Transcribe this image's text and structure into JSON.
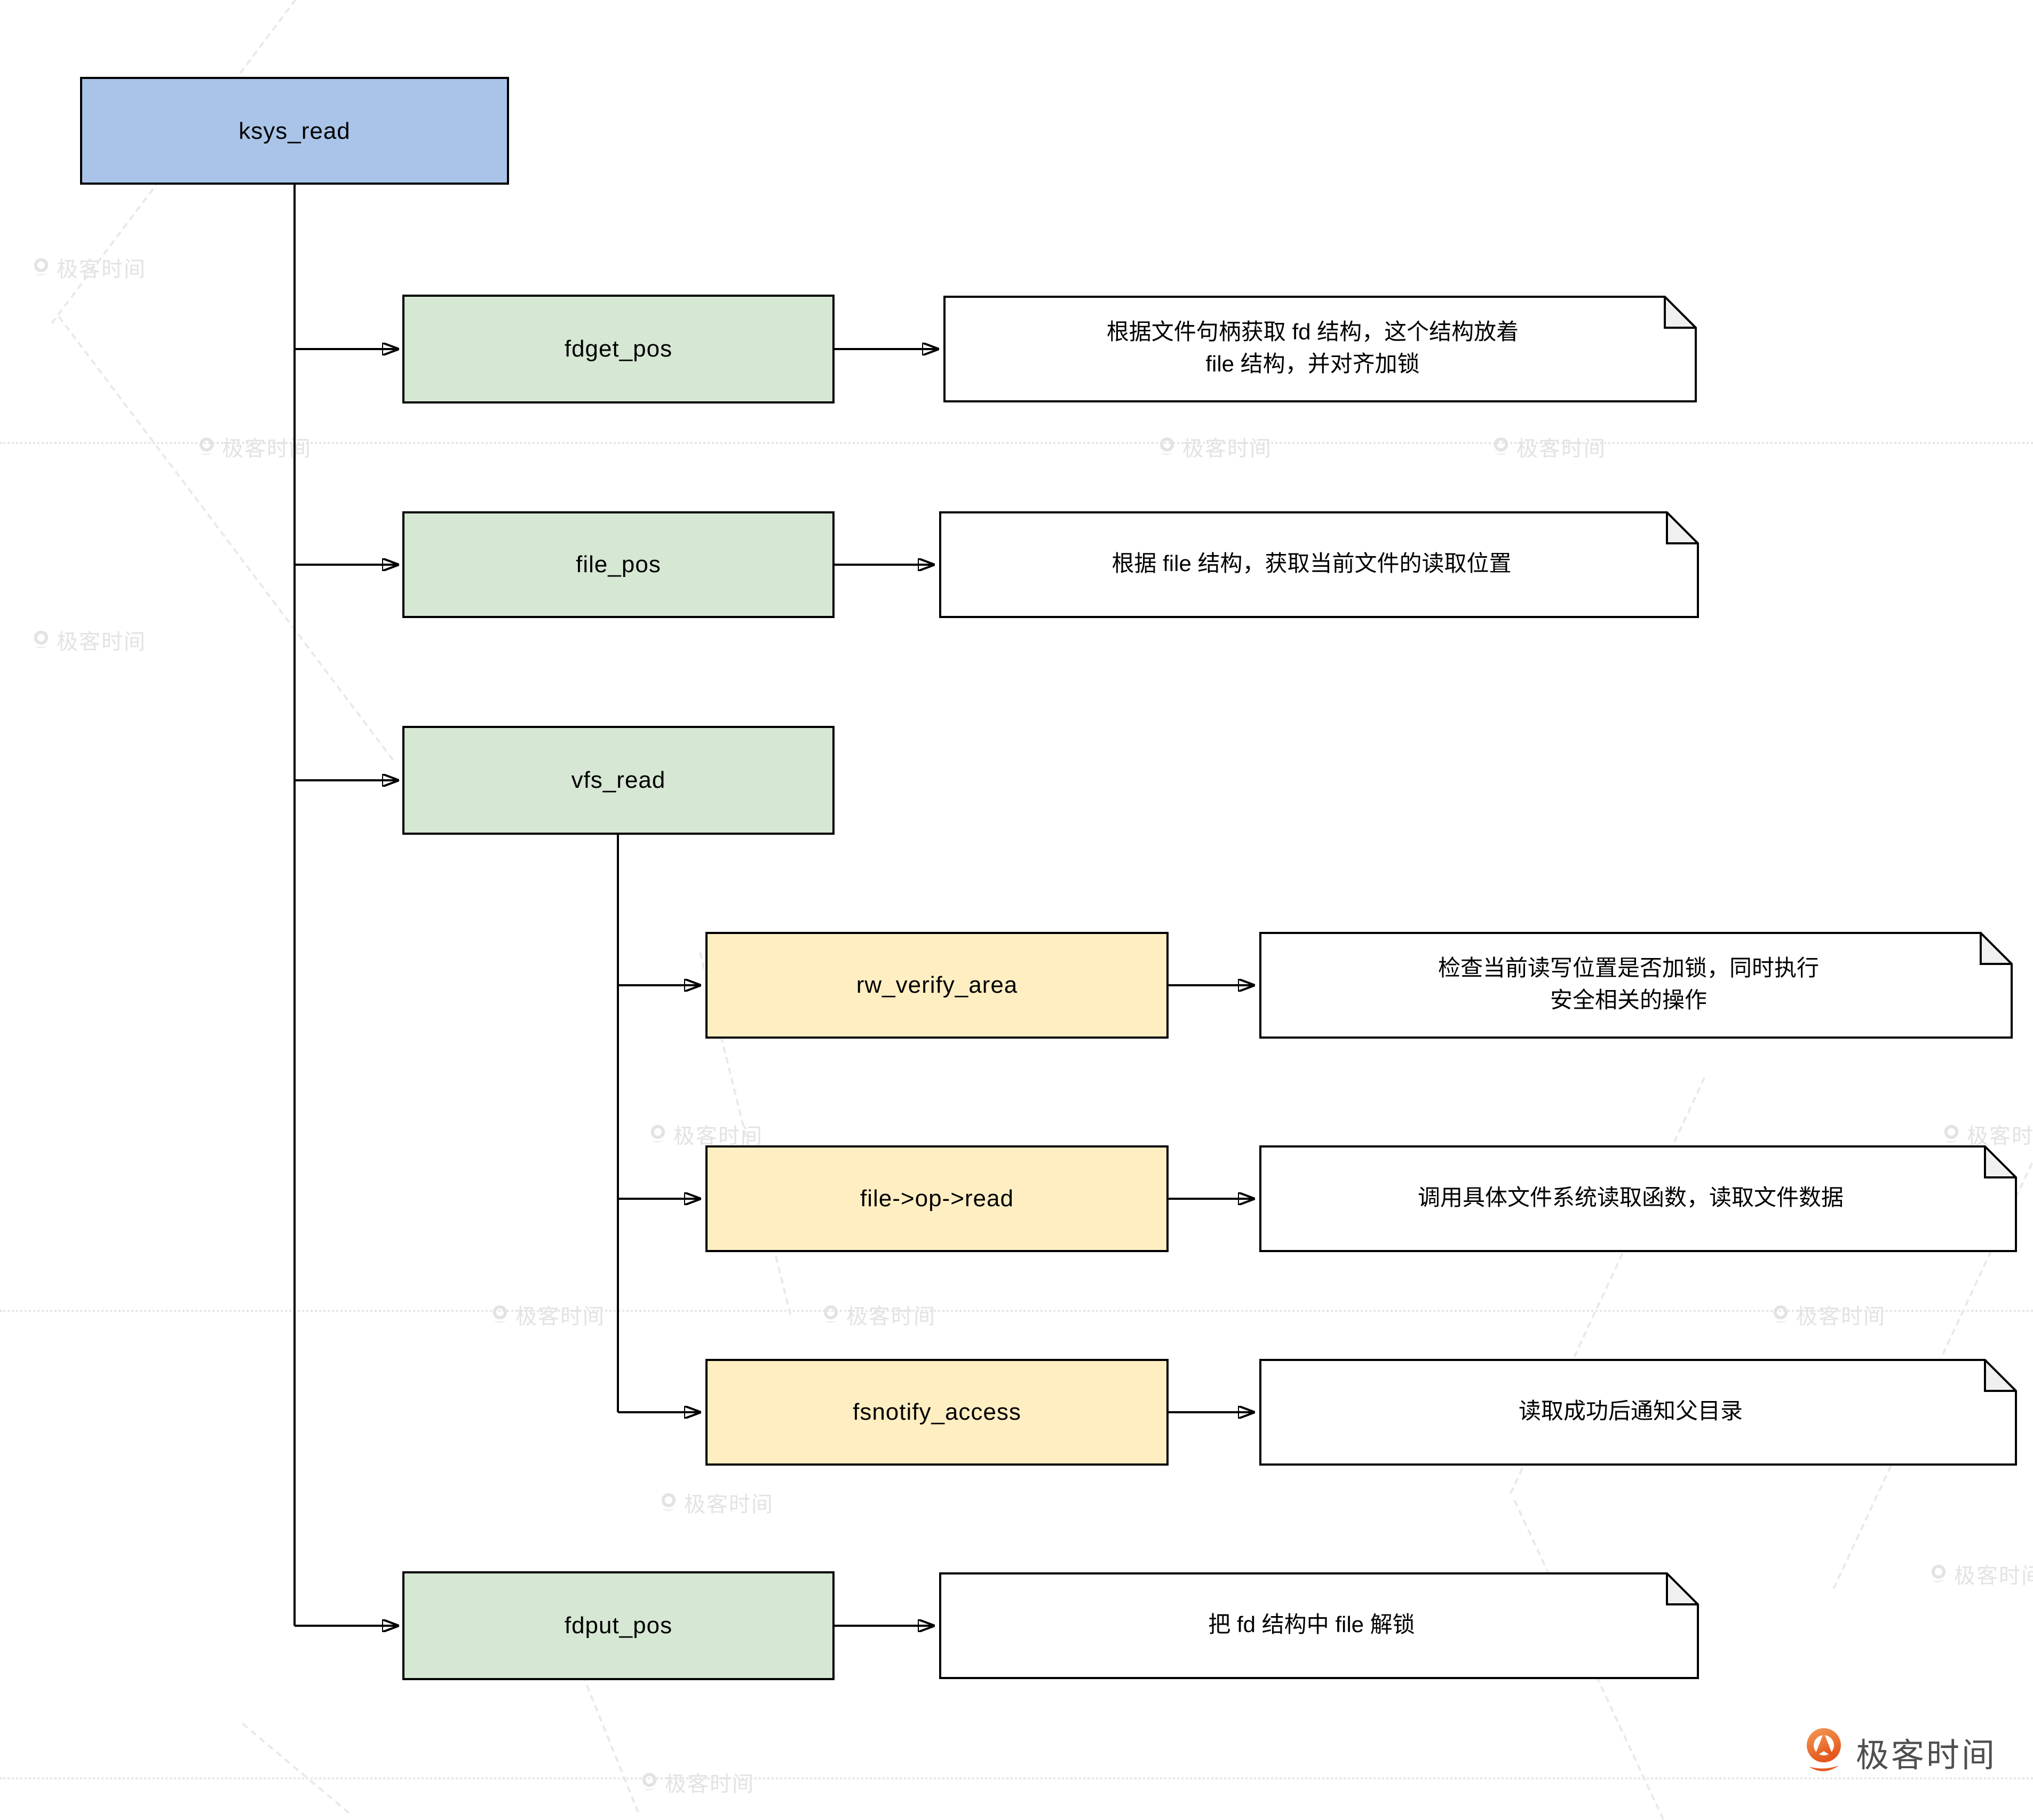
{
  "watermark": {
    "text": "极客时间"
  },
  "brand": {
    "name": "极客时间"
  },
  "diagram": {
    "nodes": [
      {
        "id": "ksys_read",
        "label": "ksys_read",
        "role": "root"
      },
      {
        "id": "fdget_pos",
        "label": "fdget_pos",
        "role": "step"
      },
      {
        "id": "file_pos",
        "label": "file_pos",
        "role": "step"
      },
      {
        "id": "vfs_read",
        "label": "vfs_read",
        "role": "step"
      },
      {
        "id": "rw_verify_area",
        "label": "rw_verify_area",
        "role": "substep"
      },
      {
        "id": "file_op_read",
        "label": "file->op->read",
        "role": "substep"
      },
      {
        "id": "fsnotify_access",
        "label": "fsnotify_access",
        "role": "substep"
      },
      {
        "id": "fdput_pos",
        "label": "fdput_pos",
        "role": "step"
      }
    ],
    "notes": [
      {
        "for": "fdget_pos",
        "lines": [
          "根据文件句柄获取 fd 结构，这个结构放着",
          "file 结构，并对齐加锁"
        ]
      },
      {
        "for": "file_pos",
        "lines": [
          "根据 file 结构，获取当前文件的读取位置"
        ]
      },
      {
        "for": "rw_verify_area",
        "lines": [
          "检查当前读写位置是否加锁，同时执行",
          "安全相关的操作"
        ]
      },
      {
        "for": "file_op_read",
        "lines": [
          "调用具体文件系统读取函数，读取文件数据"
        ]
      },
      {
        "for": "fsnotify_access",
        "lines": [
          "读取成功后通知父目录"
        ]
      },
      {
        "for": "fdput_pos",
        "lines": [
          "把 fd 结构中 file 解锁"
        ]
      }
    ],
    "colors": {
      "root_fill": "#a9c4e8",
      "step_fill": "#d6e7d3",
      "substep_fill": "#ffeec2",
      "note_fill": "#ffffff",
      "note_fold": "#f0f0f0",
      "line": "#000000",
      "brand_orange": "#e4571e",
      "brand_text_gray": "#4f4f4f"
    }
  }
}
